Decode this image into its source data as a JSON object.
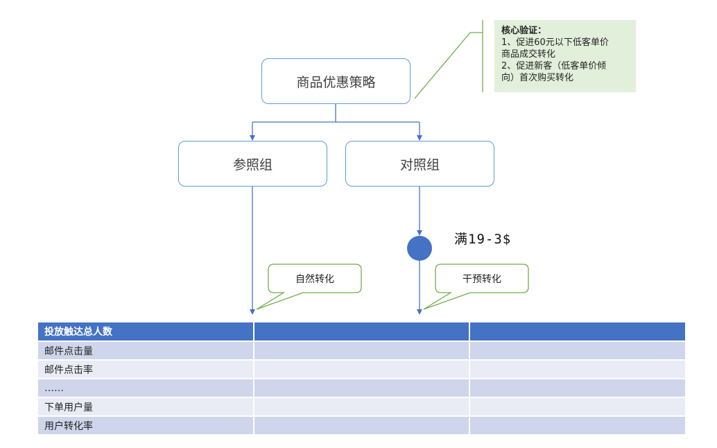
{
  "nodes": {
    "strategy": "商品优惠策略",
    "reference_group": "参照组",
    "control_group": "对照组"
  },
  "note": {
    "title": "核心验证：",
    "line1": "1、促进60元以下低客单价",
    "line2": "商品成交转化",
    "line3": "2、促进新客（低客单价倾",
    "line4": "向）首次购买转化"
  },
  "promo_label": "满19-3$",
  "callouts": {
    "natural": "自然转化",
    "intervene": "干预转化"
  },
  "table": {
    "header": [
      "投放触达总人数",
      "",
      ""
    ],
    "rows": [
      [
        "邮件点击量",
        "",
        ""
      ],
      [
        "邮件点击率",
        "",
        ""
      ],
      [
        "……",
        "",
        ""
      ],
      [
        "下单用户量",
        "",
        ""
      ],
      [
        "用户转化率",
        "",
        ""
      ]
    ]
  },
  "colors": {
    "node_border": "#5b9bd5",
    "connector": "#4472c4",
    "callout_border": "#70ad47",
    "note_bg": "#e2efda",
    "table_header": "#4472c4",
    "table_row_dark": "#cfd5ea",
    "table_row_light": "#e9ebf5"
  }
}
